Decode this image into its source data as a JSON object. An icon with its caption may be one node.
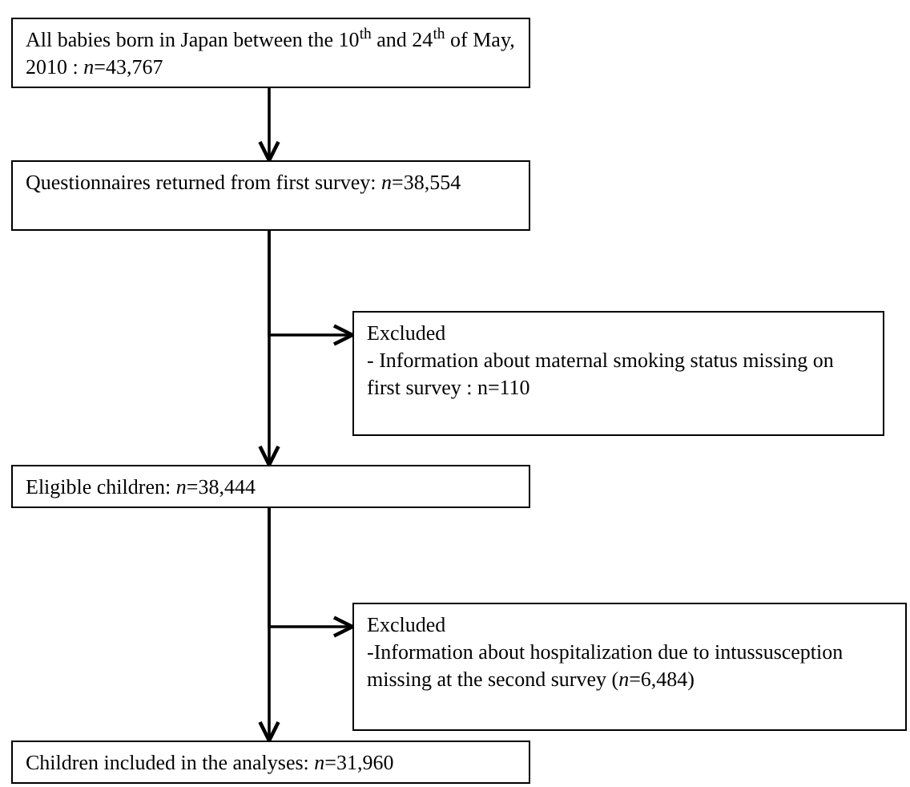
{
  "diagram": {
    "nodes": [
      {
        "text": [
          "All babies born in Japan between the 10$^{th}$ and 24$^{th}$ of May, 2010 : *n*=43,767"
        ]
      },
      {
        "text": [
          "Questionnaires returned from first survey: *n*=38,554"
        ]
      },
      {
        "text": [
          "Excluded",
          "- Information about maternal smoking status missing on first survey : n=110"
        ]
      },
      {
        "text": [
          "Eligible children: *n*=38,444"
        ]
      },
      {
        "text": [
          "Excluded",
          "-Information about hospitalization due to intussusception missing at the second survey (*n*=6,484)"
        ]
      },
      {
        "text": [
          "Children included in the analyses: *n*=31,960"
        ]
      }
    ],
    "edges": [
      {
        "from": 0,
        "to": 1,
        "arrow": "to"
      },
      {
        "from": 1,
        "to": 3,
        "arrow": "to"
      },
      {
        "from": 1,
        "to": 2,
        "arrow": "to"
      },
      {
        "from": 3,
        "to": 5,
        "arrow": "to"
      },
      {
        "from": 3,
        "to": 4,
        "arrow": "to"
      }
    ]
  }
}
